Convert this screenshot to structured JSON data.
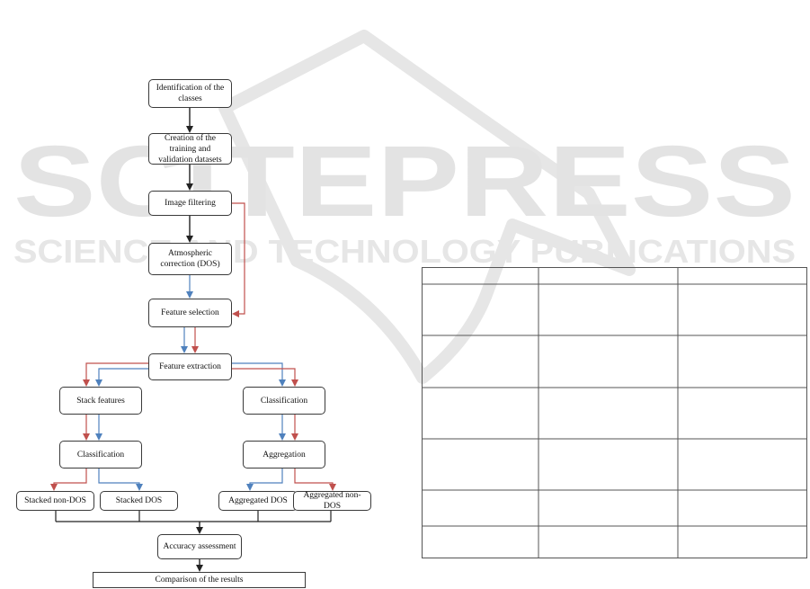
{
  "watermark": {
    "brand": "SCITEPRESS",
    "tagline": "SCIENCE AND TECHNOLOGY PUBLICATIONS",
    "color": "#e3e3e3"
  },
  "flowchart": {
    "nodes": {
      "identification": "Identification of the classes",
      "creation": "Creation of the training and validation datasets",
      "filtering": "Image filtering",
      "atmospheric": "Atmospheric correction (DOS)",
      "feature_selection": "Feature selection",
      "feature_extraction": "Feature extraction",
      "stack_features": "Stack features",
      "classification_left": "Classification",
      "classification_right": "Classification",
      "aggregation": "Aggregation",
      "stacked_non_dos": "Stacked non-DOS",
      "stacked_dos": "Stacked DOS",
      "aggregated_dos": "Aggregated DOS",
      "aggregated_non_dos": "Aggregated non-DOS",
      "accuracy": "Accuracy assessment",
      "comparison": "Comparison of the results"
    },
    "colors": {
      "black": "#222222",
      "red": "#c0504d",
      "blue": "#4f81bd"
    }
  }
}
